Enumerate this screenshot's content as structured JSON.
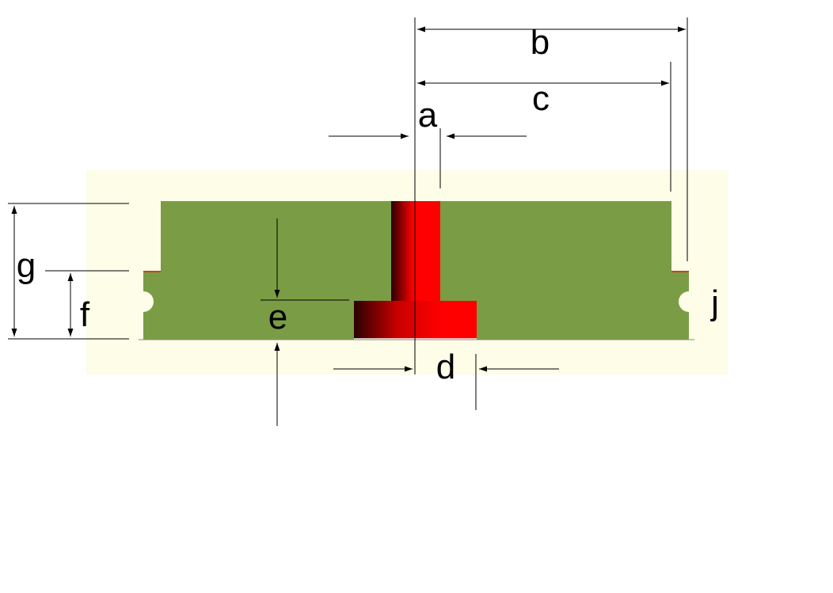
{
  "diagram": {
    "labels": {
      "a": "a",
      "b": "b",
      "c": "c",
      "d": "d",
      "e": "e",
      "f": "f",
      "g": "g",
      "j": "j"
    },
    "colors": {
      "background_panel": "#fdfde8",
      "body_fill": "#7a9c45",
      "pin_red": "#ff0000",
      "pin_dark": "#3a0000",
      "line": "#000000"
    }
  }
}
